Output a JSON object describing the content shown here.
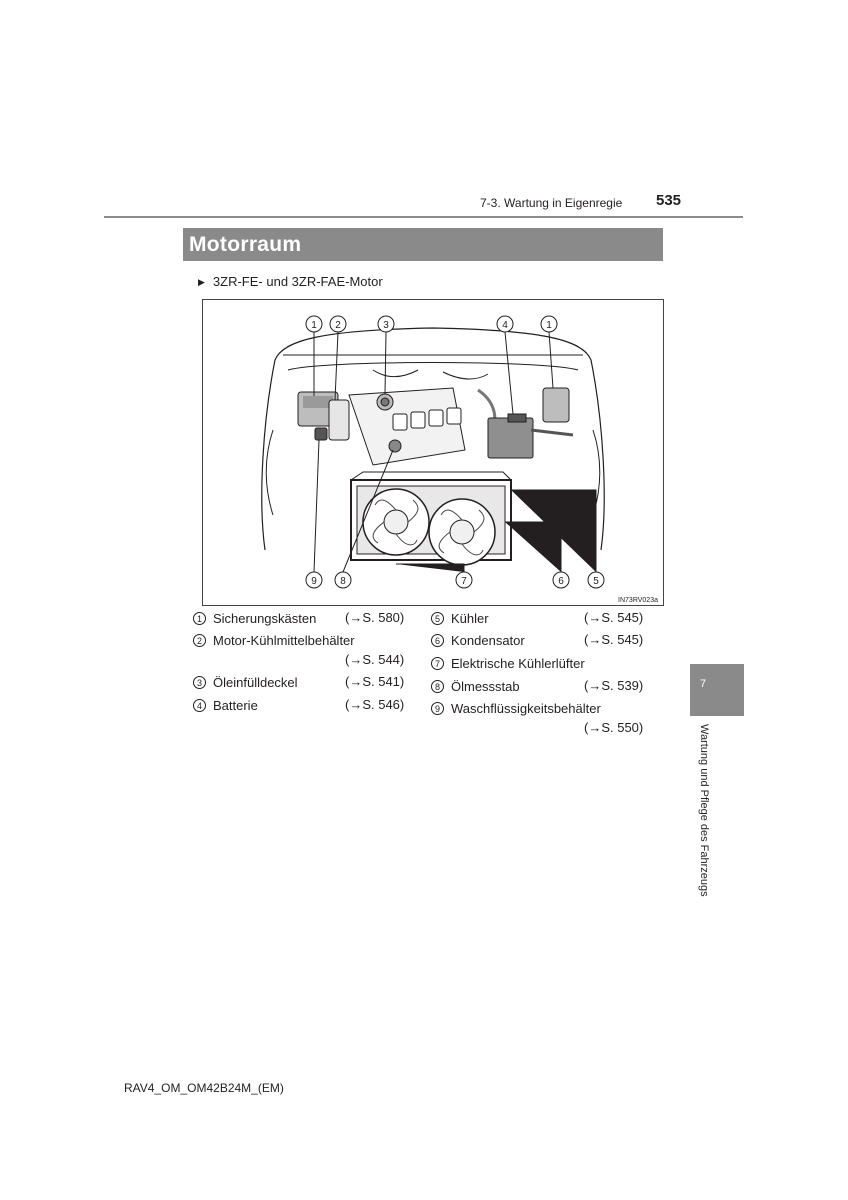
{
  "header": {
    "section": "7-3. Wartung in Eigenregie",
    "page_number": "535"
  },
  "title": "Motorraum",
  "subtitle": "3ZR-FE- und 3ZR-FAE-Motor",
  "figure": {
    "code": "IN73RV023a",
    "callouts_top": [
      "1",
      "2",
      "3",
      "4",
      "1"
    ],
    "callouts_bottom": [
      "9",
      "8",
      "7",
      "6",
      "5"
    ]
  },
  "legend": {
    "left": [
      {
        "num": "1",
        "label": "Sicherungskästen",
        "ref": "(→S. 580)"
      },
      {
        "num": "2",
        "label": "Motor-Kühlmittelbehälter",
        "ref": "(→S. 544)"
      },
      {
        "num": "3",
        "label": "Öleinfülldeckel",
        "ref": "(→S. 541)"
      },
      {
        "num": "4",
        "label": "Batterie",
        "ref": "(→S. 546)"
      }
    ],
    "right": [
      {
        "num": "5",
        "label": "Kühler",
        "ref": "(→S. 545)"
      },
      {
        "num": "6",
        "label": "Kondensator",
        "ref": "(→S. 545)"
      },
      {
        "num": "7",
        "label": "Elektrische Kühlerlüfter",
        "ref": ""
      },
      {
        "num": "8",
        "label": "Ölmessstab",
        "ref": "(→S. 539)"
      },
      {
        "num": "9",
        "label": "Waschflüssigkeitsbehälter",
        "ref": "(→S. 550)"
      }
    ]
  },
  "side_tab": {
    "number": "7",
    "chapter": "Wartung und Pflege des Fahrzeugs"
  },
  "footer": "RAV4_OM_OM42B24M_(EM)"
}
